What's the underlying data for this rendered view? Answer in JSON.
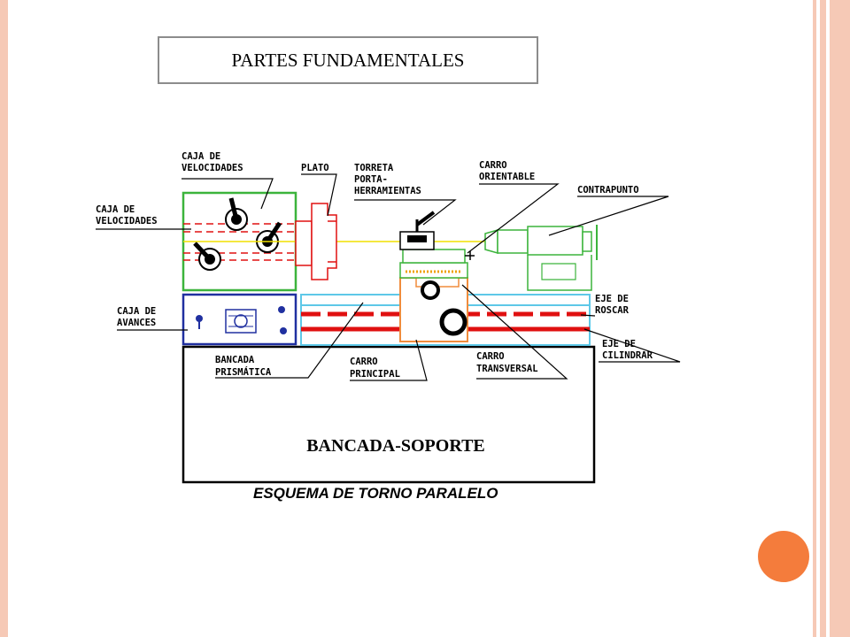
{
  "slide": {
    "title": "PARTES FUNDAMENTALES",
    "accent_color": "#f47c3c",
    "border_color": "#f6c9b6"
  },
  "diagram": {
    "caption": "ESQUEMA DE TORNO PARALELO",
    "base_label": "BANCADA-SOPORTE",
    "labels": {
      "caja_velocidades_top": [
        "CAJA DE",
        "VELOCIDADES"
      ],
      "caja_velocidades_left": [
        "CAJA DE",
        "VELOCIDADES"
      ],
      "plato": [
        "PLATO"
      ],
      "torreta": [
        "TORRETA",
        "PORTA-",
        "HERRAMIENTAS"
      ],
      "carro_orientable": [
        "CARRO",
        "ORIENTABLE"
      ],
      "contrapunto": [
        "CONTRAPUNTO"
      ],
      "caja_avances": [
        "CAJA DE",
        "AVANCES"
      ],
      "eje_roscar": [
        "EJE DE",
        "ROSCAR"
      ],
      "eje_cilindrar": [
        "EJE DE",
        "CILINDRAR"
      ],
      "bancada_prismatica": [
        "BANCADA",
        "PRISMÁTICA"
      ],
      "carro_principal": [
        "CARRO",
        "PRINCIPAL"
      ],
      "carro_transversal": [
        "CARRO",
        "TRANSVERSAL"
      ]
    }
  }
}
